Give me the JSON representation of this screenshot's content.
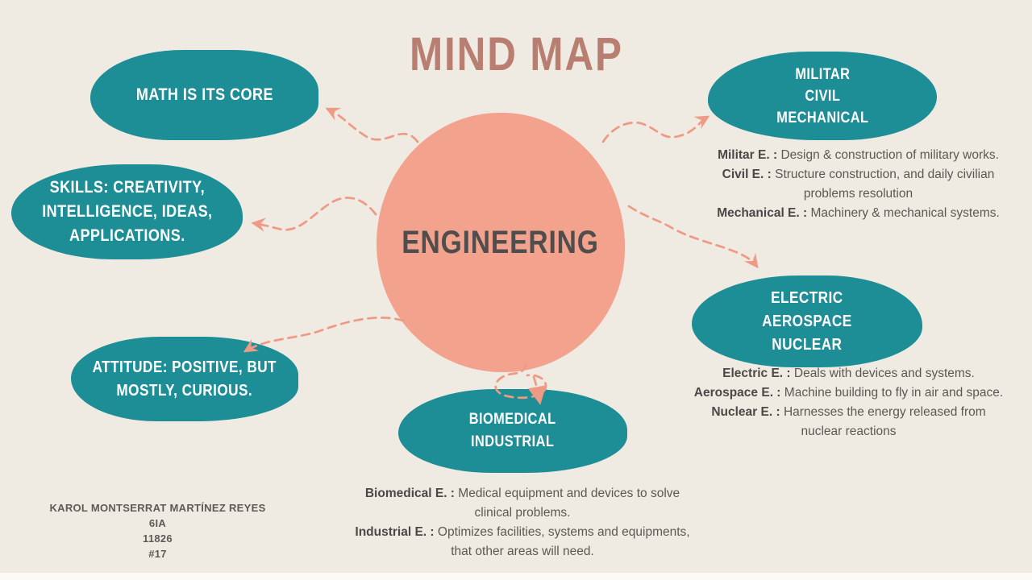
{
  "title": "MIND MAP",
  "colors": {
    "background": "#efeae2",
    "node_teal": "#1d8d96",
    "center_salmon": "#f3a28e",
    "arrow_salmon": "#ee9a84",
    "title_rose": "#b97e72",
    "center_text": "#4f4e4c",
    "body_text": "#5b5955"
  },
  "center": {
    "label": "ENGINEERING"
  },
  "branches": {
    "math": {
      "label": "MATH IS ITS CORE"
    },
    "skills": {
      "label": "SKILLS: CREATIVITY,\nINTELLIGENCE, IDEAS,\nAPPLICATIONS."
    },
    "attitude": {
      "label": "ATTITUDE: POSITIVE, BUT\nMOSTLY, CURIOUS."
    },
    "military": {
      "label": "MILITAR\nCIVIL\nMECHANICAL",
      "notes": [
        {
          "term": "Militar E. : ",
          "desc": "Design & construction of military works."
        },
        {
          "term": "Civil E. : ",
          "desc": "Structure construction, and daily civilian problems resolution"
        },
        {
          "term": "Mechanical E. : ",
          "desc": "Machinery & mechanical systems."
        }
      ]
    },
    "electric": {
      "label": "ELECTRIC\nAEROSPACE\nNUCLEAR",
      "notes": [
        {
          "term": "Electric E. : ",
          "desc": "Deals with devices and systems."
        },
        {
          "term": "Aerospace E. : ",
          "desc": "Machine building to fly in air and space."
        },
        {
          "term": "Nuclear E. : ",
          "desc": "Harnesses the energy released from nuclear reactions"
        }
      ]
    },
    "biomedical": {
      "label": "BIOMEDICAL\nINDUSTRIAL",
      "notes": [
        {
          "term": "Biomedical E. : ",
          "desc": "Medical equipment and devices to solve clinical problems."
        },
        {
          "term": "Industrial E. : ",
          "desc": "Optimizes facilities, systems and equipments, that other areas will need."
        }
      ]
    }
  },
  "credits": {
    "lines": [
      "KAROL MONTSERRAT MARTÍNEZ REYES",
      "6IA",
      "11826",
      "#17"
    ]
  }
}
